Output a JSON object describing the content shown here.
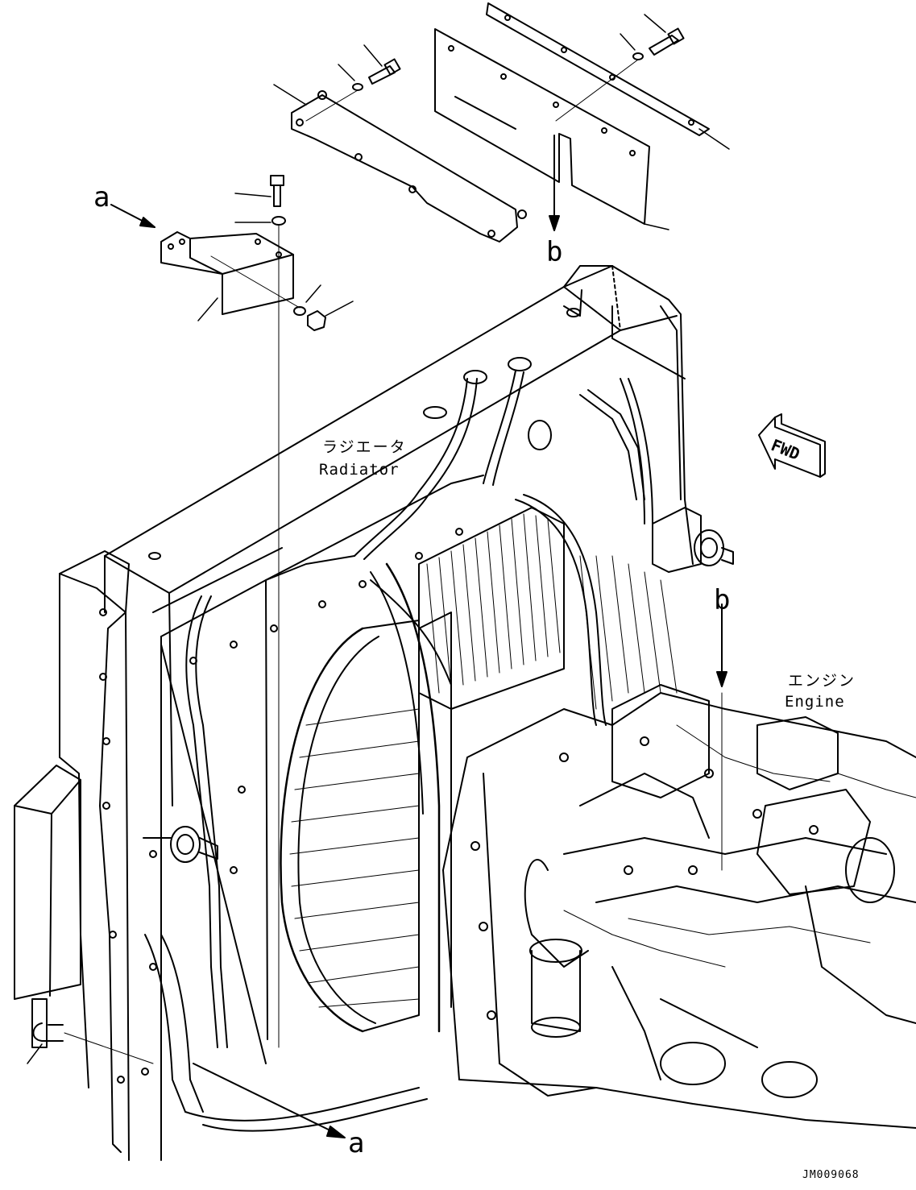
{
  "callouts": {
    "a_top": "a",
    "a_bottom": "a",
    "b_top": "b",
    "b_right": "b"
  },
  "labels": {
    "radiator_jp": "ラジエータ",
    "radiator_en": "Radiator",
    "engine_jp": "エンジン",
    "engine_en": "Engine",
    "fwd": "FWD"
  },
  "drawing_code": "JM009068",
  "colors": {
    "line": "#000000",
    "background": "#ffffff"
  }
}
